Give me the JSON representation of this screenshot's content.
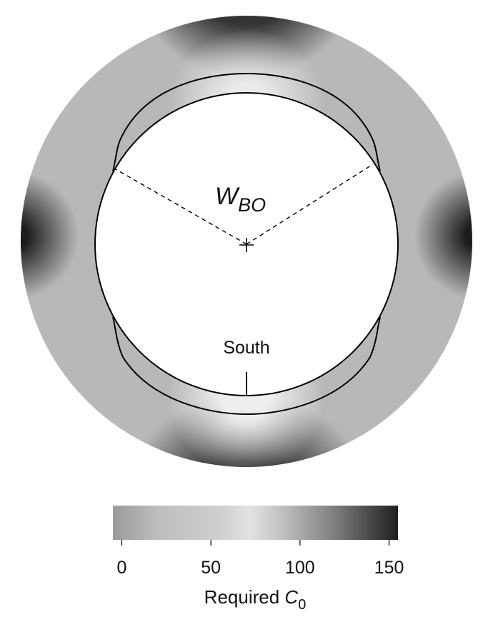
{
  "labels": {
    "wbo_symbol": "W",
    "wbo_subscript": "BO",
    "south": "South",
    "colorbar_title": "Required ",
    "colorbar_title_symbol": "C",
    "colorbar_title_subscript": "0"
  },
  "colorbar": {
    "min": -5,
    "max": 155,
    "ticks": [
      {
        "value": 0,
        "label": "0"
      },
      {
        "value": 50,
        "label": "50"
      },
      {
        "value": 100,
        "label": "100"
      },
      {
        "value": 150,
        "label": "150"
      }
    ],
    "stops": [
      {
        "value": -5,
        "color": "#9a9a9a"
      },
      {
        "value": 20,
        "color": "#bdbdbd"
      },
      {
        "value": 55,
        "color": "#cfcfcf"
      },
      {
        "value": 72,
        "color": "#e2e2e2"
      },
      {
        "value": 90,
        "color": "#c0c0c0"
      },
      {
        "value": 120,
        "color": "#7d7d7d"
      },
      {
        "value": 155,
        "color": "#1f1f1f"
      }
    ]
  },
  "colors": {
    "ring_base": "#b8b8b8",
    "dark_region": "#3a3a3a",
    "line": "#000000"
  }
}
